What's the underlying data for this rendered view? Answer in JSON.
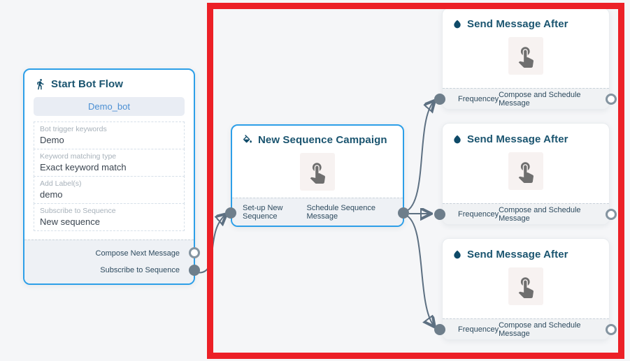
{
  "colors": {
    "canvas_bg": "#f5f6f8",
    "node_accent_border": "#2d9fe8",
    "highlight_red": "#ec2027",
    "edge_gray": "#5d7082",
    "title_teal": "#1a546f"
  },
  "nodes": {
    "start": {
      "icon": "walking-person-icon",
      "title": "Start Bot Flow",
      "bot_name": "Demo_bot",
      "fields": [
        {
          "label": "Bot trigger keywords",
          "value": "Demo"
        },
        {
          "label": "Keyword matching type",
          "value": "Exact keyword match"
        },
        {
          "label": "Add Label(s)",
          "value": "demo"
        },
        {
          "label": "Subscribe to Sequence",
          "value": "New sequence"
        }
      ],
      "outputs": [
        {
          "label": "Compose Next Message",
          "connected": false
        },
        {
          "label": "Subscribe to Sequence",
          "connected": true
        }
      ]
    },
    "sequence": {
      "icon": "fill-bucket-icon",
      "title": "New Sequence Campaign",
      "action_icon": "tap-hand-icon",
      "ports": [
        {
          "label": "Set-up New Sequence"
        },
        {
          "label": "Schedule Sequence Message"
        }
      ]
    },
    "send": {
      "icon": "water-drop-icon",
      "title": "Send Message After",
      "action_icon": "tap-hand-icon",
      "input_label": "Frequencey",
      "output_label": "Compose and Schedule Message",
      "count": 3
    }
  }
}
